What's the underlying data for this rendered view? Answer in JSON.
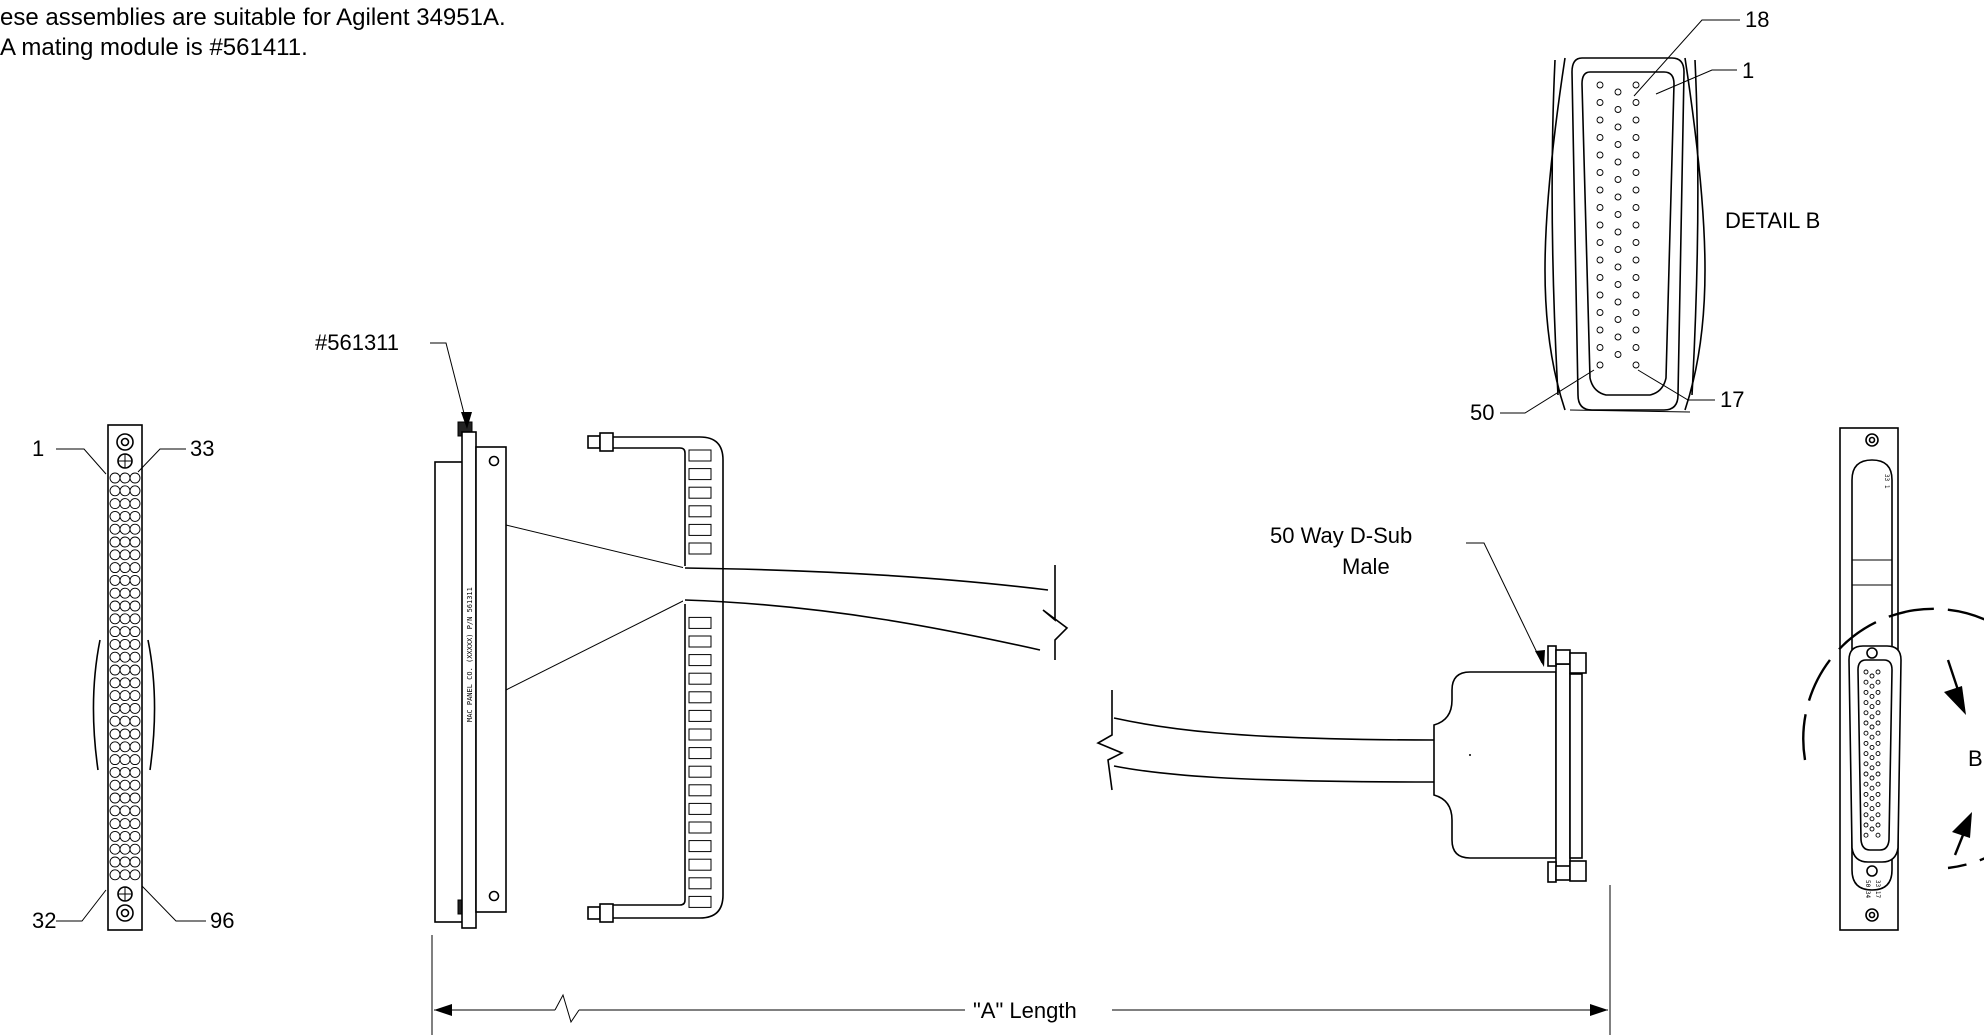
{
  "notes": {
    "line1": "ese assemblies are suitable for Agilent 34951A.",
    "line2": "A mating module is #561411."
  },
  "left_connector": {
    "pin_top_left": "1",
    "pin_top_right": "33",
    "pin_bottom_left": "32",
    "pin_bottom_right": "96"
  },
  "module_part_label": "#561311",
  "dsub_label_line1": "50 Way D-Sub",
  "dsub_label_line2": "Male",
  "length_label": "\"A\" Length",
  "detail": {
    "title": "DETAIL  B",
    "pin_18": "18",
    "pin_1": "1",
    "pin_50": "50",
    "pin_17": "17"
  },
  "detail_callout": "B"
}
